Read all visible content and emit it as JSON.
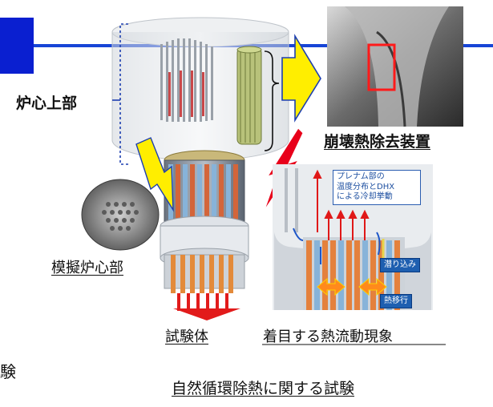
{
  "labels": {
    "core_upper": "炉心上部",
    "decay_heat_device": "崩壊熱除去装置",
    "simulated_core": "模擬炉心部",
    "test_body": "試験体",
    "phenomena": "着目する熱流動現象",
    "natural_circulation_test": "自然循環除熱に関する試験",
    "cut_text": "験"
  },
  "callouts": {
    "plenum_line1": "プレナム部の",
    "plenum_line2": "温度分布とDHX",
    "plenum_line3": "による冷却挙動",
    "undercut": "潜り込み",
    "heat_transfer": "熱移行"
  },
  "colors": {
    "blue_line": "#1745d6",
    "blue_box": "#0a1fd0",
    "yellow_arrow": "#ffee00",
    "red_arrow": "#e8001a",
    "red_frame": "#ff1a1a",
    "callout_blue": "#2a5db0"
  }
}
